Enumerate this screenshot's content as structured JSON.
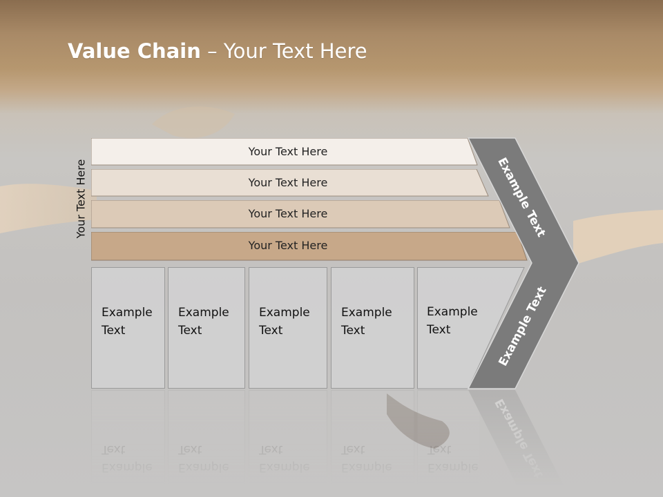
{
  "slide": {
    "title_bold": "Value Chain",
    "title_rest": " – Your Text Here",
    "vertical_label": "Your Text Here",
    "bands": [
      {
        "label": "Your Text Here",
        "color": "#f4efea"
      },
      {
        "label": "Your Text Here",
        "color": "#e9dfd4"
      },
      {
        "label": "Your Text Here",
        "color": "#dccab7"
      },
      {
        "label": "Your Text Here",
        "color": "#c7a889"
      }
    ],
    "columns": [
      {
        "label": "Example\nText"
      },
      {
        "label": "Example\nText"
      },
      {
        "label": "Example\nText"
      },
      {
        "label": "Example\nText"
      },
      {
        "label": "Example\nText"
      }
    ],
    "chevron_top_label": "Example Text",
    "chevron_bottom_label": "Example Text",
    "colors": {
      "chevron": "#7b7b7b",
      "band_border": "#9a8b7c",
      "title": "#ffffff"
    }
  }
}
